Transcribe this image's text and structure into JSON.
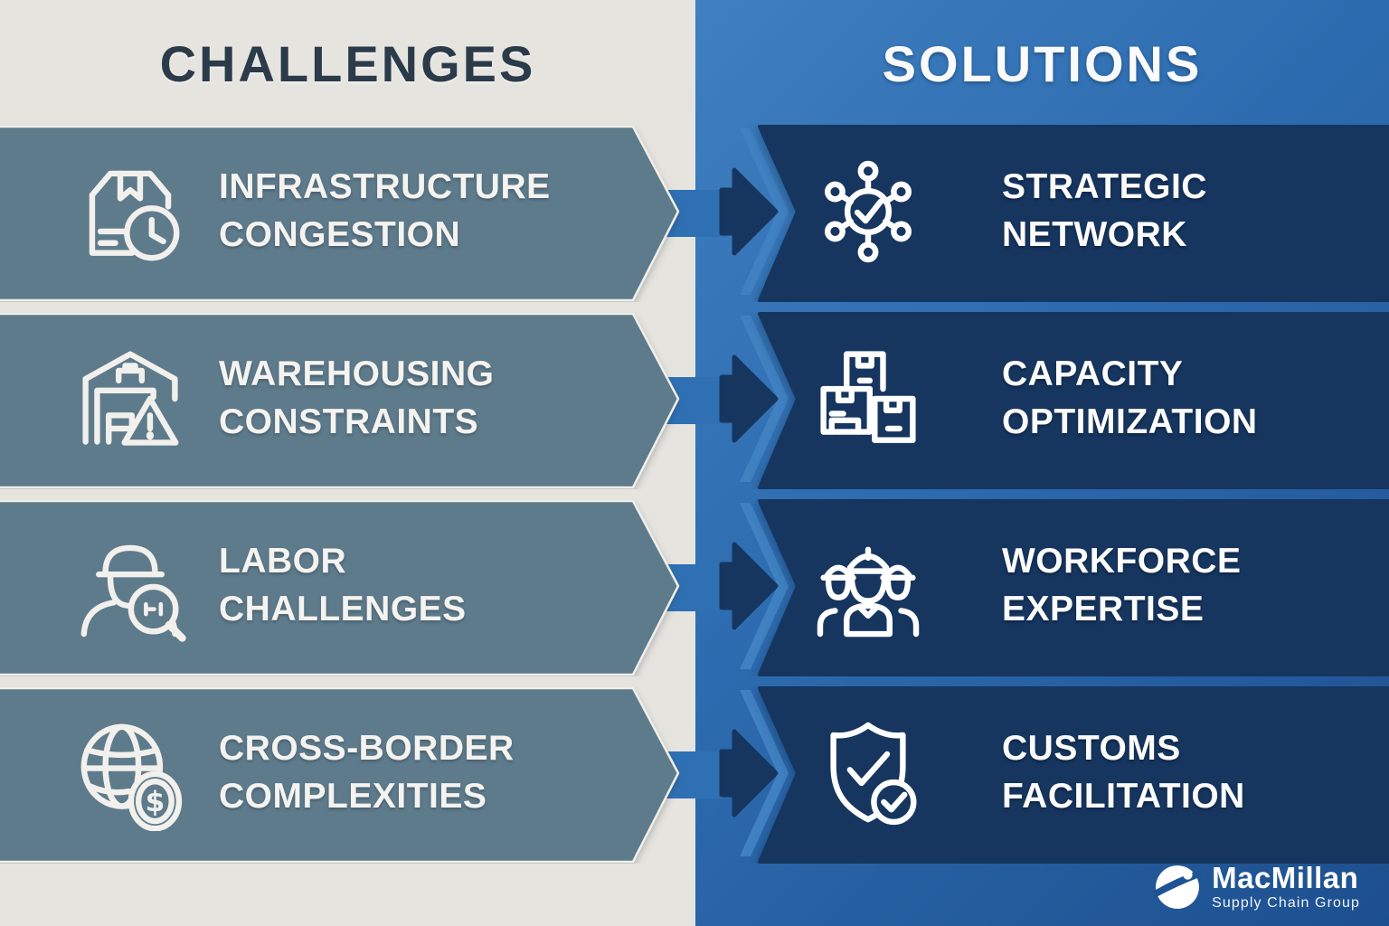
{
  "header": {
    "challenges": "CHALLENGES",
    "solutions": "SOLUTIONS"
  },
  "rows": [
    {
      "challenge": {
        "line1": "INFRASTRUCTURE",
        "line2": "CONGESTION",
        "icon": "package-clock-icon"
      },
      "solution": {
        "line1": "STRATEGIC",
        "line2": "NETWORK",
        "icon": "network-hub-icon"
      }
    },
    {
      "challenge": {
        "line1": "WAREHOUSING",
        "line2": "CONSTRAINTS",
        "icon": "warehouse-warning-icon"
      },
      "solution": {
        "line1": "CAPACITY",
        "line2": "OPTIMIZATION",
        "icon": "boxes-stack-icon"
      }
    },
    {
      "challenge": {
        "line1": "LABOR",
        "line2": "CHALLENGES",
        "icon": "worker-magnifier-icon"
      },
      "solution": {
        "line1": "WORKFORCE",
        "line2": "EXPERTISE",
        "icon": "workers-trio-icon"
      }
    },
    {
      "challenge": {
        "line1": "CROSS-BORDER",
        "line2": "COMPLEXITIES",
        "icon": "globe-dollar-icon"
      },
      "solution": {
        "line1": "CUSTOMS",
        "line2": "FACILITATION",
        "icon": "shield-check-icon"
      }
    }
  ],
  "logo": {
    "name": "MacMillan",
    "tagline": "Supply Chain Group"
  },
  "colors": {
    "left_background": "#e6e4df",
    "right_background_top": "#3f80c0",
    "right_background_bottom": "#1d4f8e",
    "challenge_banner": "#5e7b8c",
    "solution_banner": "#16365f",
    "connector_blue": "#2f70b4",
    "header_dark": "#2b3b4a",
    "text_light": "#f4f3ef"
  }
}
